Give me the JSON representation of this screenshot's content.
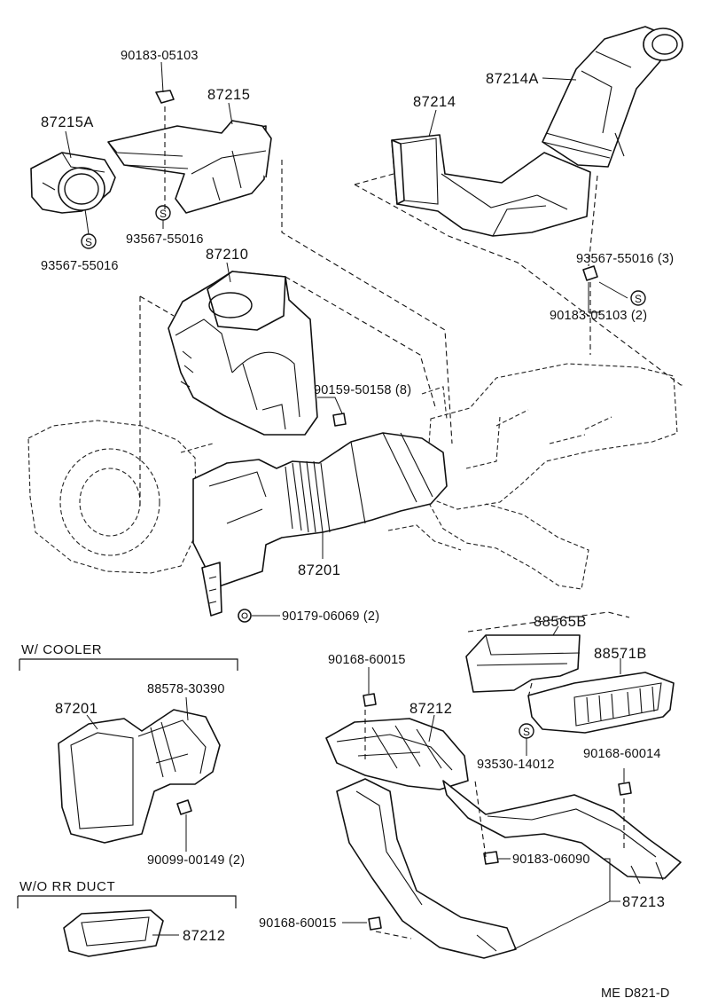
{
  "labels": {
    "p90183_05103_top": "90183-05103",
    "p87215": "87215",
    "p87215A": "87215A",
    "p93567_55016_a": "93567-55016",
    "p93567_55016_b": "93567-55016",
    "p87214A": "87214A",
    "p87214": "87214",
    "p93567_55016_3": "93567-55016 (3)",
    "p90183_05103_2": "90183-05103 (2)",
    "p87210": "87210",
    "p90159_50158_8": "90159-50158 (8)",
    "p87201_main": "87201",
    "p90179_06069_2": "90179-06069 (2)",
    "p88565B": "88565B",
    "p88571B": "88571B",
    "p90168_60015_a": "90168-60015",
    "p87212_main": "87212",
    "p93530_14012": "93530-14012",
    "p90168_60014": "90168-60014",
    "p90183_06090": "90183-06090",
    "p87213": "87213",
    "p90168_60015_b": "90168-60015",
    "p87201_cooler": "87201",
    "p88578_30390": "88578-30390",
    "p90099_00149_2": "90099-00149 (2)",
    "p87212_nodust": "87212"
  },
  "sections": {
    "w_cooler": "W/ COOLER",
    "wo_rr_duct": "W/O RR  DUCT"
  },
  "clip_symbol": "S",
  "footer_code": "ME  D821-D"
}
